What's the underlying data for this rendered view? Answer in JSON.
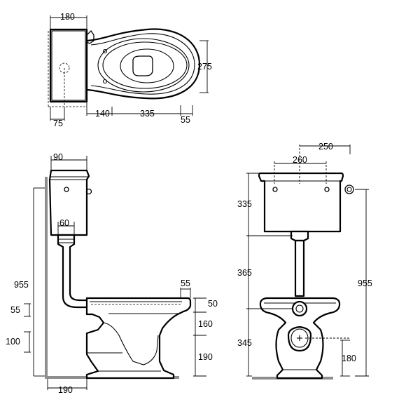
{
  "top_view": {
    "dims": {
      "tank_width": "180",
      "bowl_depth": "275",
      "tank_offset": "140",
      "bowl_length": "335",
      "rim_extra": "55",
      "outlet_offset": "75"
    }
  },
  "side_view": {
    "dims": {
      "tank_depth": "90",
      "flush_pipe": "60",
      "total_height": "955",
      "rim_overhang": "55",
      "inlet_height": "55",
      "outlet_height": "100",
      "rim_thickness": "50",
      "bowl_height": "160",
      "pedestal_height": "190",
      "base_depth": "190"
    }
  },
  "front_view": {
    "dims": {
      "tank_width_outer": "250",
      "tank_width_inner": "260",
      "tank_height": "335",
      "pipe_height": "365",
      "bowl_height": "345",
      "total_height": "955",
      "outlet_height": "180"
    }
  }
}
